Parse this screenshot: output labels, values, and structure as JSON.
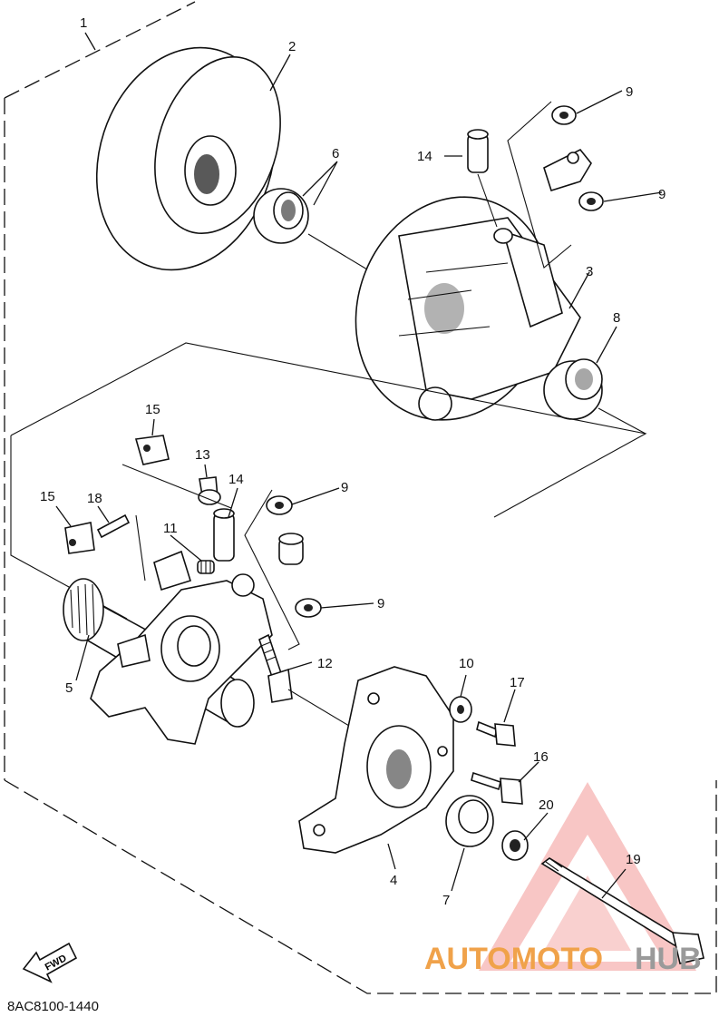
{
  "diagram": {
    "part_code": "8AC8100-1440",
    "fwd_label": "FWD",
    "callouts": {
      "c1": "1",
      "c2": "2",
      "c3": "3",
      "c4": "4",
      "c5": "5",
      "c6": "6",
      "c7": "7",
      "c8": "8",
      "c9a": "9",
      "c9b": "9",
      "c9c": "9",
      "c9d": "9",
      "c10": "10",
      "c11": "11",
      "c12": "12",
      "c13": "13",
      "c14a": "14",
      "c14b": "14",
      "c15a": "15",
      "c15b": "15",
      "c16": "16",
      "c17": "17",
      "c18": "18",
      "c19": "19",
      "c20": "20"
    }
  },
  "watermark": {
    "brand_auto": "AUTOMOTO",
    "brand_hub": "HUB",
    "triangle_color": "#e8433f",
    "auto_color": "#f0a24a",
    "hub_color": "#9a9a9a"
  }
}
